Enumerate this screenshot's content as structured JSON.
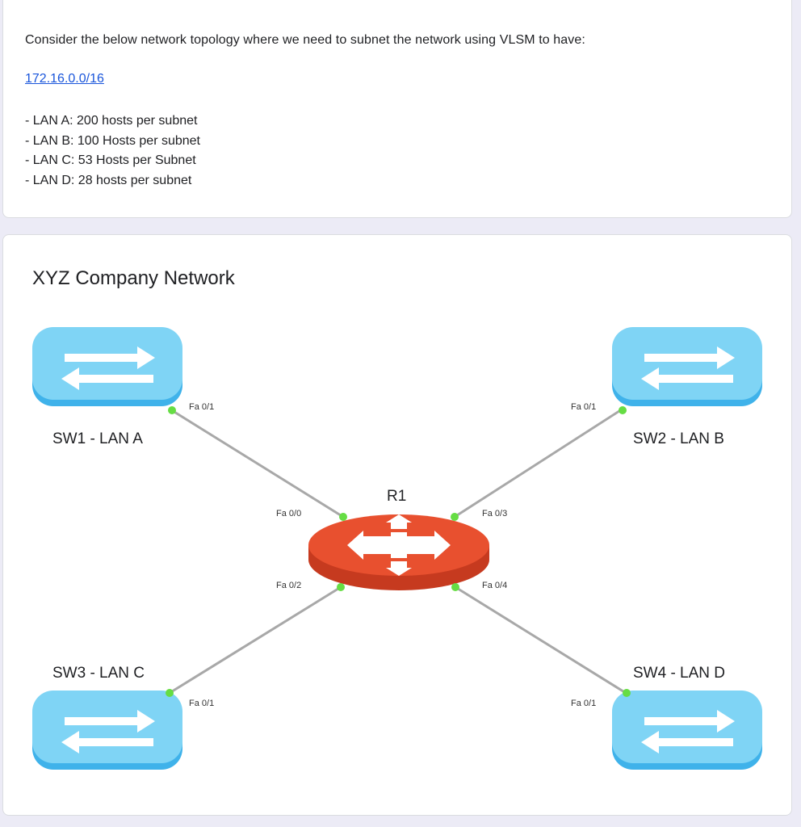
{
  "question": {
    "prompt": "Consider the below network topology where we need to subnet the network using VLSM to have:",
    "network": "172.16.0.0/16",
    "requirements": [
      "- LAN A: 200 hosts per subnet",
      "- LAN B: 100 Hosts per subnet",
      "- LAN C: 53 Hosts per Subnet",
      "- LAN D: 28 hosts per subnet"
    ]
  },
  "figure": {
    "title": "XYZ Company Network",
    "router": {
      "label": "R1",
      "color": "#e8502f"
    },
    "switch_color": "#7fd4f5",
    "link_color": "#a8a8a8",
    "port_dot_color": "#66dd44",
    "switches": [
      {
        "label": "SW1 - LAN A",
        "switch_port": "Fa 0/1",
        "router_port": "Fa 0/0"
      },
      {
        "label": "SW2 - LAN B",
        "switch_port": "Fa 0/1",
        "router_port": "Fa 0/3"
      },
      {
        "label": "SW3 - LAN C",
        "switch_port": "Fa 0/1",
        "router_port": "Fa 0/2"
      },
      {
        "label": "SW4 - LAN D",
        "switch_port": "Fa 0/1",
        "router_port": "Fa 0/4"
      }
    ]
  }
}
